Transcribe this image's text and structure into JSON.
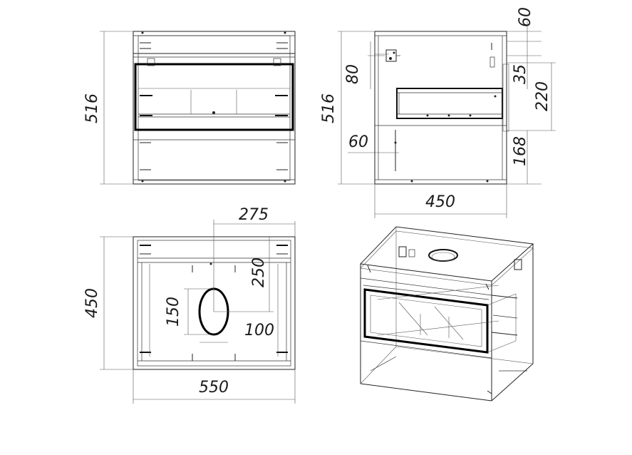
{
  "front_view": {
    "height_label": "516"
  },
  "side_view": {
    "height_label": "516",
    "dim_top": "60",
    "dim_80": "80",
    "dim_35": "35",
    "dim_220": "220",
    "dim_60_left": "60",
    "dim_168": "168",
    "depth_label": "450"
  },
  "top_view": {
    "offset_label": "275",
    "depth_label": "450",
    "dim_250": "250",
    "hole_height_label": "150",
    "hole_width_label": "100",
    "width_label": "550"
  }
}
